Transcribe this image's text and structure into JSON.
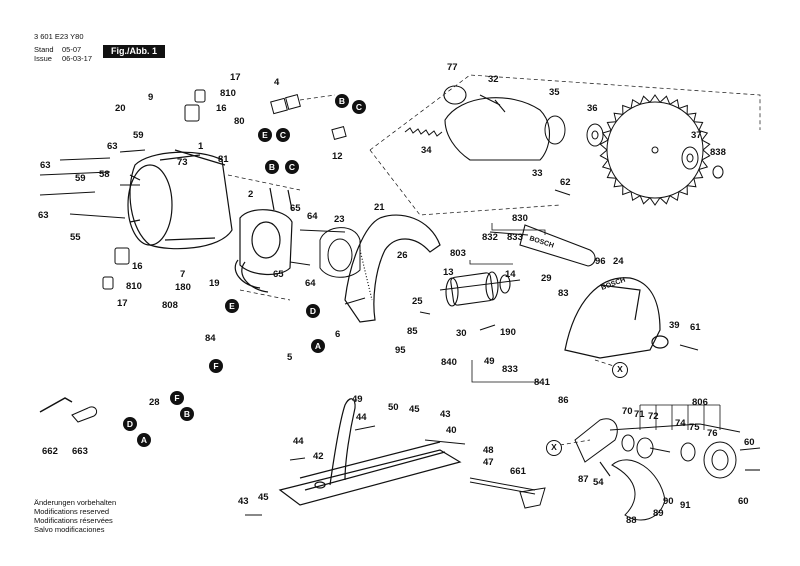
{
  "header": {
    "doc_number": "3 601 E23 Y80",
    "stand_label": "Stand",
    "stand_value": "05-07",
    "issue_label": "Issue",
    "issue_value": "06-03-17",
    "figure_label": "Fig./Abb. 1"
  },
  "footer": {
    "line1": "Änderungen vorbehalten",
    "line2": "Modifications reserved",
    "line3": "Modifications réservées",
    "line4": "Salvo modificaciones"
  },
  "brand": "BOSCH",
  "labels": [
    {
      "id": "p17a",
      "text": "17"
    },
    {
      "id": "p810a",
      "text": "810"
    },
    {
      "id": "p16a",
      "text": "16"
    },
    {
      "id": "p9",
      "text": "9"
    },
    {
      "id": "p20",
      "text": "20"
    },
    {
      "id": "p59a",
      "text": "59"
    },
    {
      "id": "p63a",
      "text": "63"
    },
    {
      "id": "p1",
      "text": "1"
    },
    {
      "id": "p73",
      "text": "73"
    },
    {
      "id": "p63b",
      "text": "63"
    },
    {
      "id": "p59b",
      "text": "59"
    },
    {
      "id": "p58",
      "text": "58"
    },
    {
      "id": "p63c",
      "text": "63"
    },
    {
      "id": "p55",
      "text": "55"
    },
    {
      "id": "p4",
      "text": "4"
    },
    {
      "id": "p80",
      "text": "80"
    },
    {
      "id": "p81",
      "text": "81"
    },
    {
      "id": "p2",
      "text": "2"
    },
    {
      "id": "p65a",
      "text": "65"
    },
    {
      "id": "p64a",
      "text": "64"
    },
    {
      "id": "p65b",
      "text": "65"
    },
    {
      "id": "p64b",
      "text": "64"
    },
    {
      "id": "p23",
      "text": "23"
    },
    {
      "id": "p21",
      "text": "21"
    },
    {
      "id": "p16b",
      "text": "16"
    },
    {
      "id": "p7",
      "text": "7"
    },
    {
      "id": "p810b",
      "text": "810"
    },
    {
      "id": "p180",
      "text": "180"
    },
    {
      "id": "p19",
      "text": "19"
    },
    {
      "id": "p17b",
      "text": "17"
    },
    {
      "id": "p808",
      "text": "808"
    },
    {
      "id": "p12",
      "text": "12"
    },
    {
      "id": "p77",
      "text": "77"
    },
    {
      "id": "p32",
      "text": "32"
    },
    {
      "id": "p34",
      "text": "34"
    },
    {
      "id": "p35",
      "text": "35"
    },
    {
      "id": "p36",
      "text": "36"
    },
    {
      "id": "p37",
      "text": "37"
    },
    {
      "id": "p838",
      "text": "838"
    },
    {
      "id": "p33",
      "text": "33"
    },
    {
      "id": "p62",
      "text": "62"
    },
    {
      "id": "p830",
      "text": "830"
    },
    {
      "id": "p832",
      "text": "832"
    },
    {
      "id": "p833a",
      "text": "833"
    },
    {
      "id": "p803",
      "text": "803"
    },
    {
      "id": "p26",
      "text": "26"
    },
    {
      "id": "p13",
      "text": "13"
    },
    {
      "id": "p14",
      "text": "14"
    },
    {
      "id": "p96",
      "text": "96"
    },
    {
      "id": "p24",
      "text": "24"
    },
    {
      "id": "p25",
      "text": "25"
    },
    {
      "id": "p29",
      "text": "29"
    },
    {
      "id": "p83",
      "text": "83"
    },
    {
      "id": "p85",
      "text": "85"
    },
    {
      "id": "p6",
      "text": "6"
    },
    {
      "id": "p84",
      "text": "84"
    },
    {
      "id": "p5",
      "text": "5"
    },
    {
      "id": "p95",
      "text": "95"
    },
    {
      "id": "p30",
      "text": "30"
    },
    {
      "id": "p190",
      "text": "190"
    },
    {
      "id": "p39",
      "text": "39"
    },
    {
      "id": "p61",
      "text": "61"
    },
    {
      "id": "p840",
      "text": "840"
    },
    {
      "id": "p49a",
      "text": "49"
    },
    {
      "id": "p833b",
      "text": "833"
    },
    {
      "id": "p841",
      "text": "841"
    },
    {
      "id": "p86",
      "text": "86"
    },
    {
      "id": "p806",
      "text": "806"
    },
    {
      "id": "p70",
      "text": "70"
    },
    {
      "id": "p71",
      "text": "71"
    },
    {
      "id": "p72",
      "text": "72"
    },
    {
      "id": "p74",
      "text": "74"
    },
    {
      "id": "p75",
      "text": "75"
    },
    {
      "id": "p76",
      "text": "76"
    },
    {
      "id": "p60a",
      "text": "60"
    },
    {
      "id": "p60b",
      "text": "60"
    },
    {
      "id": "p87",
      "text": "87"
    },
    {
      "id": "p54",
      "text": "54"
    },
    {
      "id": "p88",
      "text": "88"
    },
    {
      "id": "p89",
      "text": "89"
    },
    {
      "id": "p90",
      "text": "90"
    },
    {
      "id": "p91",
      "text": "91"
    },
    {
      "id": "p28",
      "text": "28"
    },
    {
      "id": "p662",
      "text": "662"
    },
    {
      "id": "p663",
      "text": "663"
    },
    {
      "id": "p49b",
      "text": "49"
    },
    {
      "id": "p50",
      "text": "50"
    },
    {
      "id": "p44a",
      "text": "44"
    },
    {
      "id": "p45a",
      "text": "45"
    },
    {
      "id": "p43a",
      "text": "43"
    },
    {
      "id": "p40",
      "text": "40"
    },
    {
      "id": "p48",
      "text": "48"
    },
    {
      "id": "p47",
      "text": "47"
    },
    {
      "id": "p44b",
      "text": "44"
    },
    {
      "id": "p42",
      "text": "42"
    },
    {
      "id": "p661",
      "text": "661"
    },
    {
      "id": "p43b",
      "text": "43"
    },
    {
      "id": "p45b",
      "text": "45"
    }
  ],
  "callouts": [
    {
      "id": "cB1",
      "text": "B"
    },
    {
      "id": "cC1",
      "text": "C"
    },
    {
      "id": "cE1",
      "text": "E"
    },
    {
      "id": "cC2",
      "text": "C"
    },
    {
      "id": "cB2",
      "text": "B"
    },
    {
      "id": "cC3",
      "text": "C"
    },
    {
      "id": "cE2",
      "text": "E"
    },
    {
      "id": "cF1",
      "text": "F"
    },
    {
      "id": "cD1",
      "text": "D"
    },
    {
      "id": "cA1",
      "text": "A"
    },
    {
      "id": "cF2",
      "text": "F"
    },
    {
      "id": "cB3",
      "text": "B"
    },
    {
      "id": "cD2",
      "text": "D"
    },
    {
      "id": "cA2",
      "text": "A"
    },
    {
      "id": "cX1",
      "text": "X"
    },
    {
      "id": "cX2",
      "text": "X"
    }
  ]
}
